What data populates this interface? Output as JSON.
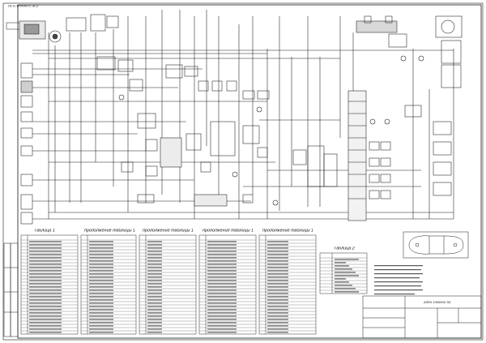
{
  "stamp_code": "НС Б-1000000-С.ЭС3",
  "table_titles": {
    "t1": "Таблица 1",
    "t1_cont_a": "продолжение таблицы 1",
    "t1_cont_b": "продолжение таблицы 1",
    "t1_cont_c": "продолжение таблицы 1",
    "t1_cont_d": "продолжение таблицы 1",
    "t2": "Таблица 2"
  },
  "title_block": {
    "code": "АЛЕ0 1000000 Э3"
  },
  "colors": {
    "line": "#1a1a1a",
    "paper": "#ffffff"
  }
}
